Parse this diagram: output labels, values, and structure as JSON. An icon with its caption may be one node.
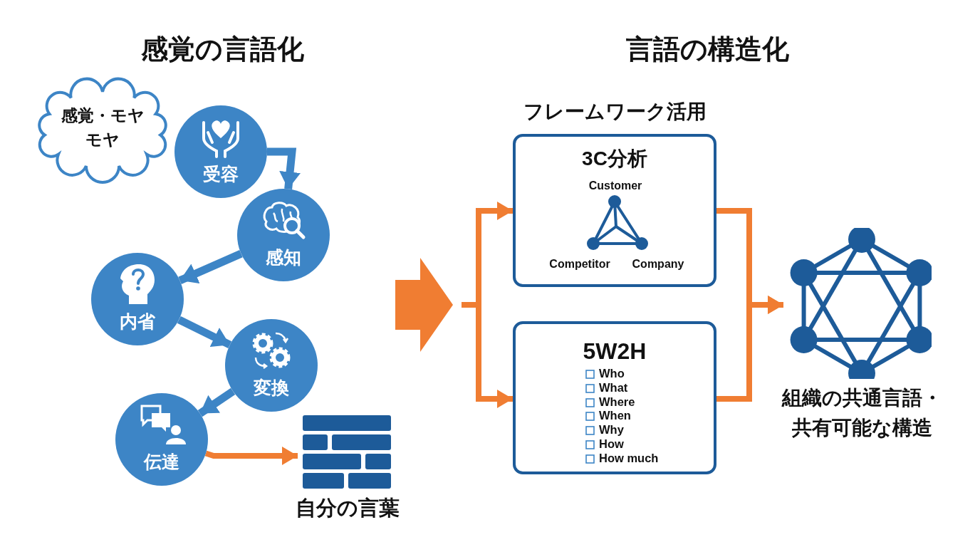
{
  "diagram": {
    "nodes": [
      {
        "text": [
          "感覚・モヤモヤ"
        ]
      },
      {
        "text": [
          "受容"
        ]
      },
      {
        "text": [
          "感知"
        ]
      },
      {
        "text": [
          "内省"
        ]
      },
      {
        "text": [
          "変換"
        ]
      },
      {
        "text": [
          "伝達"
        ]
      },
      {
        "text": [
          "自分の言葉"
        ]
      },
      {
        "text": [
          "3C分析",
          "Customer",
          "Competitor",
          "Company"
        ]
      },
      {
        "text": [
          "5W2H",
          "Who",
          "What",
          "Where",
          "When",
          "Why",
          "How",
          "How much"
        ]
      },
      {
        "text": [
          "組織の共通言語・共有可能な構造"
        ]
      }
    ],
    "edges": [
      {
        "from": 1,
        "to": 2,
        "arrow": "to",
        "color": "#3d85c6"
      },
      {
        "from": 2,
        "to": 3,
        "arrow": "to",
        "color": "#3d85c6"
      },
      {
        "from": 3,
        "to": 4,
        "arrow": "to",
        "color": "#3d85c6"
      },
      {
        "from": 4,
        "to": 5,
        "arrow": "to",
        "color": "#3d85c6"
      },
      {
        "from": 5,
        "to": 6,
        "arrow": "to"
      },
      {
        "from": null,
        "to": 7,
        "arrow": "to"
      },
      {
        "from": null,
        "to": 8,
        "arrow": "to"
      },
      {
        "from": 7,
        "to": 9,
        "arrow": "to"
      },
      {
        "from": 8,
        "to": 9,
        "arrow": "to"
      }
    ],
    "labels": [
      "感覚の言語化",
      "言語の構造化",
      "フレームワーク活用"
    ]
  }
}
